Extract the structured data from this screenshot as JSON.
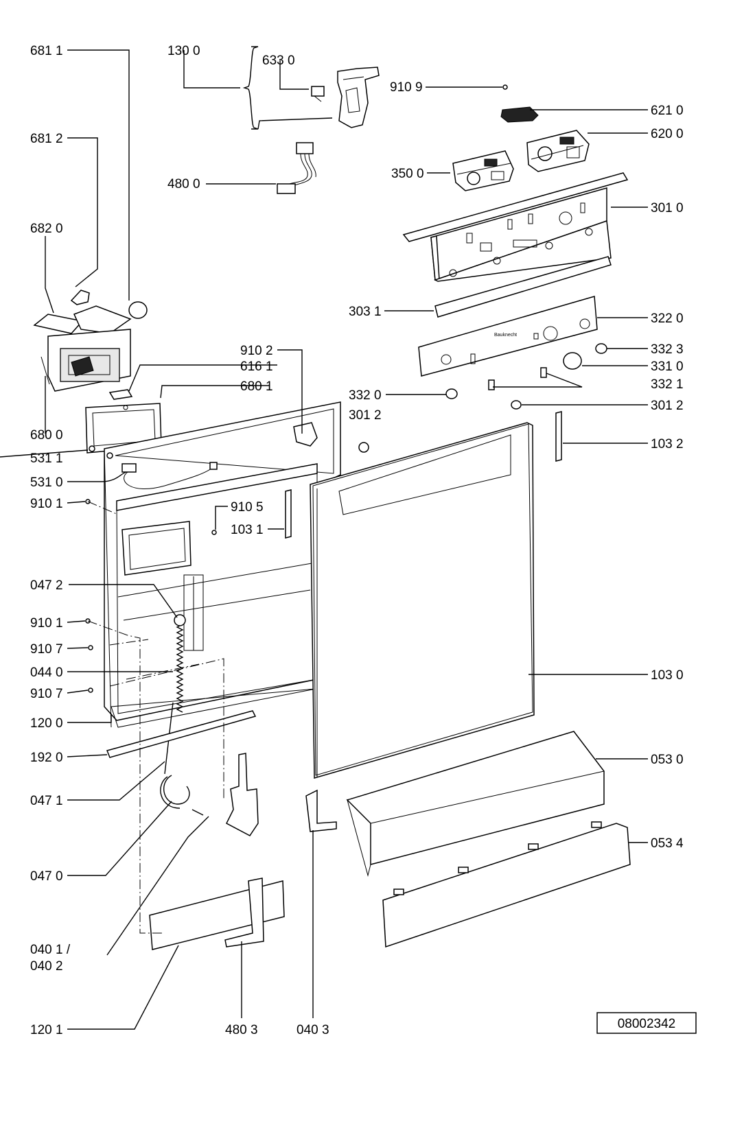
{
  "labels": {
    "l6811": "681 1",
    "l1300": "130 0",
    "l6330": "633 0",
    "l9109": "910 9",
    "l6210": "621 0",
    "l6812": "681 2",
    "l6200": "620 0",
    "l4800": "480 0",
    "l3500": "350 0",
    "l3010": "301 0",
    "l6820": "682 0",
    "l3031": "303 1",
    "l3220": "322 0",
    "l9102": "910 2",
    "l3323": "332 3",
    "l6161": "616 1",
    "l3310": "331 0",
    "l6801": "680 1",
    "l3321": "332 1",
    "l3320": "332 0",
    "l3012": "301 2",
    "l3012b": "301 2",
    "l6800": "680 0",
    "l1032": "103 2",
    "l5311": "531 1",
    "l5310": "531 0",
    "l9101": "910 1",
    "l9105": "910 5",
    "l1031": "103 1",
    "l0472": "047 2",
    "l9101b": "910 1",
    "l9107": "910 7",
    "l0440": "044 0",
    "l1030": "103 0",
    "l9107b": "910 7",
    "l1200": "120 0",
    "l1920": "192 0",
    "l0530": "053 0",
    "l0471": "047 1",
    "l0534": "053 4",
    "l0470": "047 0",
    "l0401a": "040 1 /",
    "l0401b": "040 2",
    "l1201": "120 1",
    "l4803": "480 3",
    "l0403": "040 3"
  },
  "drawing_number": "08002342"
}
